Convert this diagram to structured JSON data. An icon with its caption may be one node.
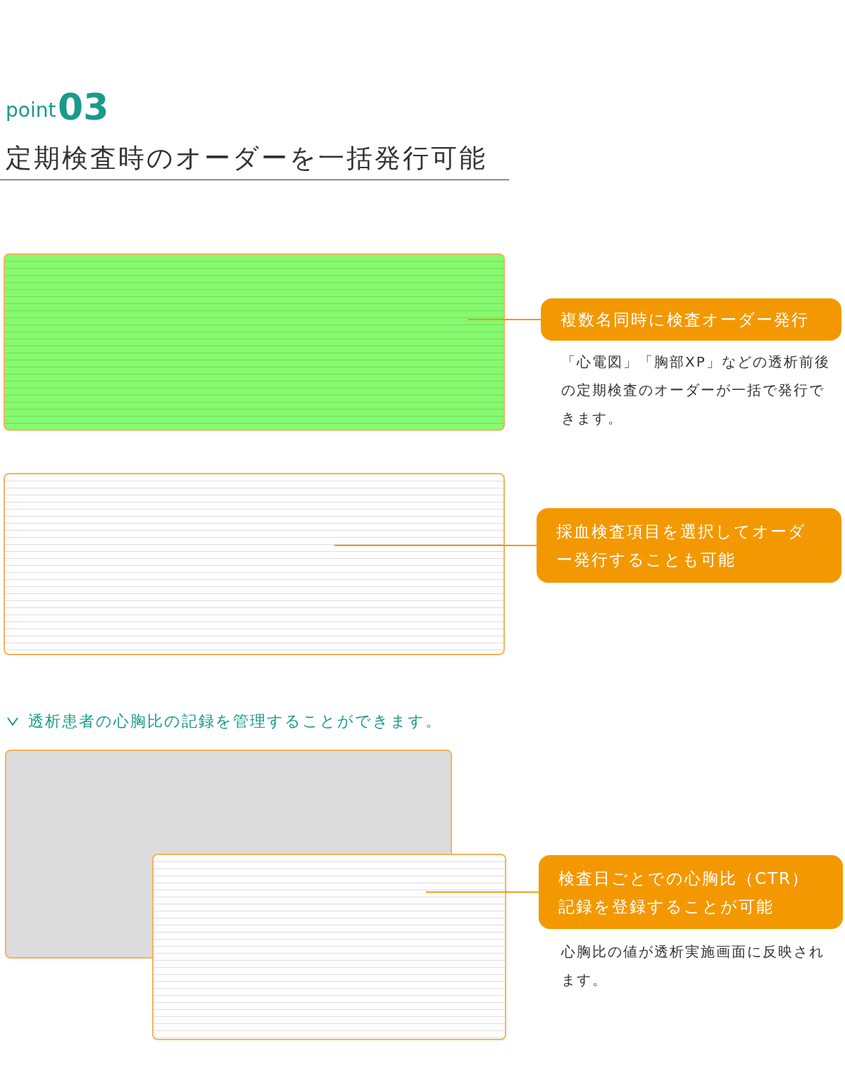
{
  "diagram": {
    "title": "定期検査時のオーダーを一括発行可能",
    "nodes": [
      {
        "text": [],
        "shape": "picture"
      },
      {
        "text": [
          "複数名同時に検査オーダー発行"
        ],
        "beside": [
          "「心電図」「胸部XP」などの透析前後の定期検査のオーダーが一括で発行できます。"
        ]
      },
      {
        "text": [],
        "shape": "picture"
      },
      {
        "text": [
          "採血検査項目を選択してオーダー発行することも可能"
        ]
      },
      {
        "text": [],
        "shape": "picture"
      },
      {
        "text": [],
        "shape": "picture"
      },
      {
        "text": [
          "検査日ごとでの心胸比（CTR）記録を登録することが可能"
        ],
        "beside": [
          "心胸比の値が透析実施画面に反映されます。"
        ]
      }
    ],
    "edges": [
      {
        "from": 1,
        "to": 0,
        "arrow": "none"
      },
      {
        "from": 3,
        "to": 2,
        "arrow": "none"
      },
      {
        "from": 6,
        "to": 5,
        "arrow": "none"
      }
    ],
    "labels": [
      "point",
      "03",
      "透析患者の心胸比の記録を管理することができます。"
    ]
  }
}
